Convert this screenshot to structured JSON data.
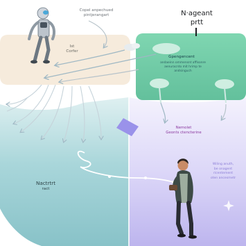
{
  "top_caption": {
    "line1": "Copel anpechued",
    "line2": "pintjerangart"
  },
  "beige_box": {
    "line1": "Ist",
    "line2": "Corfer"
  },
  "heading": {
    "line1": "N·ageant",
    "line2": "prtt"
  },
  "teal_panel": {
    "title": "Gpengencent",
    "line1": "andaeinn ommensnt affisonre",
    "line2": "aenuracnto mit hrimp  te",
    "line3": "andsinguch"
  },
  "middle_label": {
    "line1": "Nemolet",
    "line2": "Geonts ctencterine"
  },
  "left_label": {
    "line1": "Nactrtrt",
    "line2": "ract"
  },
  "right_note": {
    "line1": "Wiling anuth,",
    "line2": "be onagent",
    "line3": "ricentement",
    "line4": "oten ancesmetr"
  },
  "colors": {
    "beige_box": "#f6ebdc",
    "teal_panel": "#6fcaa5",
    "teal_region": "#98ccd1",
    "lavender_region": "#c8c2f1",
    "violet_accent": "#9a92ea",
    "magenta_label": "#8c3aa0"
  },
  "icons": [
    "robot-figure",
    "human-figure",
    "cloud-icon",
    "sparkle-icon"
  ]
}
